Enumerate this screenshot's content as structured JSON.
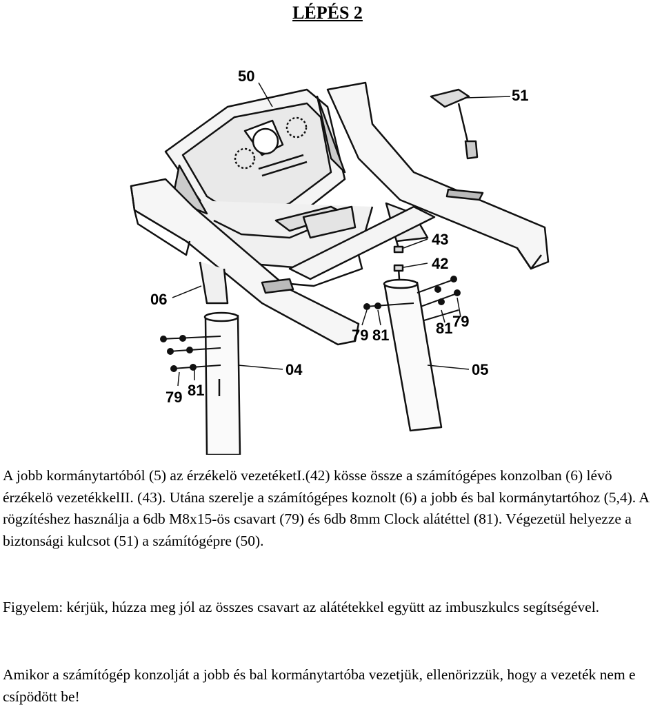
{
  "document": {
    "title": "LÉPÉS 2",
    "paragraphs": [
      "A jobb kormánytartóból (5) az érzékelö vezetéketI.(42) kösse össze a számítógépes konzolban (6) lévö érzékelö vezetékkelII. (43). Utána szerelje a számítógépes koznolt (6) a jobb és bal kormánytartóhoz (5,4). A rögzítéshez használja a 6db M8x15-ös csavart (79) és 6db 8mm Clock alátéttel (81). Végezetül helyezze a biztonsági kulcsot (51) a számítógépre (50).",
      "Figyelem: kérjük, húzza meg jól az összes csavart az alátétekkel együtt az imbuszkulcs segítségével.",
      "Amikor a számítógép konzolját a jobb és bal kormánytartóba vezetjük, ellenörizzük, hogy a vezeték nem e csípödött be!"
    ]
  },
  "diagram": {
    "part_labels": {
      "console": "50",
      "safety_key": "51",
      "sensor_wire_43": "43",
      "sensor_wire_42": "42",
      "console_bracket": "06",
      "left_upright": "04",
      "right_upright": "05",
      "bolt_left": "79",
      "washer_left": "81",
      "bolt_center": "79",
      "washer_center": "81",
      "washer_right": "81",
      "bolt_right": "79"
    }
  }
}
